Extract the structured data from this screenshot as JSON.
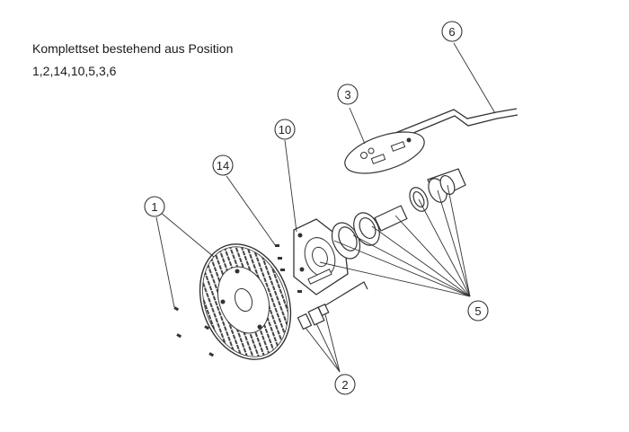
{
  "caption": {
    "line1": "Komplettset bestehend aus Position",
    "line2": "1,2,14,10,5,3,6"
  },
  "callouts": [
    {
      "id": "1",
      "label": "1"
    },
    {
      "id": "2",
      "label": "2"
    },
    {
      "id": "3",
      "label": "3"
    },
    {
      "id": "5",
      "label": "5"
    },
    {
      "id": "6",
      "label": "6"
    },
    {
      "id": "10",
      "label": "10"
    },
    {
      "id": "14",
      "label": "14"
    }
  ]
}
